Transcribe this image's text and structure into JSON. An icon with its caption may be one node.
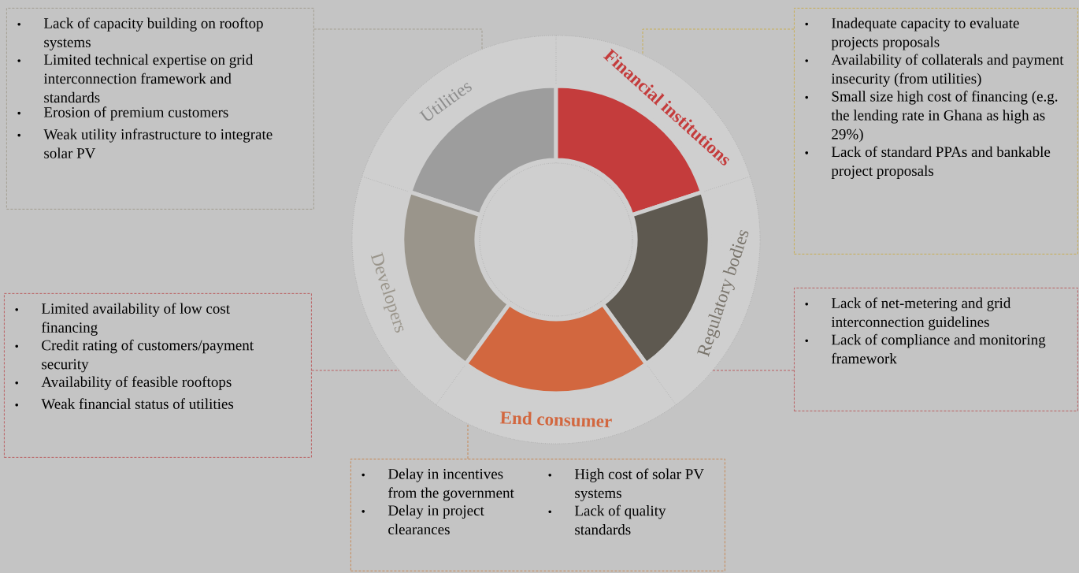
{
  "diagram": {
    "nodes": [
      {
        "text": [
          "Lack of capacity building on rooftop systems",
          "Limited technical expertise on grid interconnection framework and standards",
          "Erosion of premium customers",
          "Weak utility infrastructure to integrate solar PV"
        ]
      },
      {
        "text": [
          "Utilities"
        ]
      },
      {
        "text": [
          "Financial institutions"
        ]
      },
      {
        "text": [
          "Inadequate capacity to evaluate projects proposals",
          "Availability of collaterals and payment insecurity (from utilities)",
          "Small size high cost of financing (e.g. the lending rate in Ghana as high as 29%)",
          "Lack of standard PPAs and bankable project proposals"
        ]
      },
      {
        "text": [
          "Limited availability of low cost financing",
          "Credit rating of customers/payment security",
          "Availability of feasible rooftops",
          "Weak financial status of utilities"
        ]
      },
      {
        "text": [
          "Developers"
        ]
      },
      {
        "text": [
          "Regulatory bodies"
        ]
      },
      {
        "text": [
          "Lack of net-metering and grid interconnection guidelines",
          "Lack of compliance and monitoring framework"
        ]
      },
      {
        "text": [
          "End consumer"
        ]
      },
      {
        "text": [
          "Delay in incentives from the government",
          "Delay in project clearances",
          "High cost of solar PV systems",
          "Lack of quality standards"
        ]
      }
    ],
    "edges": [
      {
        "from": 0,
        "to": 1,
        "arrow": "none",
        "color": "#9c9585"
      },
      {
        "from": 3,
        "to": 2,
        "arrow": "none",
        "color": "#c9a93a"
      },
      {
        "from": 4,
        "to": 5,
        "arrow": "none"
      },
      {
        "from": 7,
        "to": 6,
        "arrow": "none"
      },
      {
        "from": 9,
        "to": 8,
        "arrow": "none",
        "color": "#c8783a"
      }
    ]
  }
}
